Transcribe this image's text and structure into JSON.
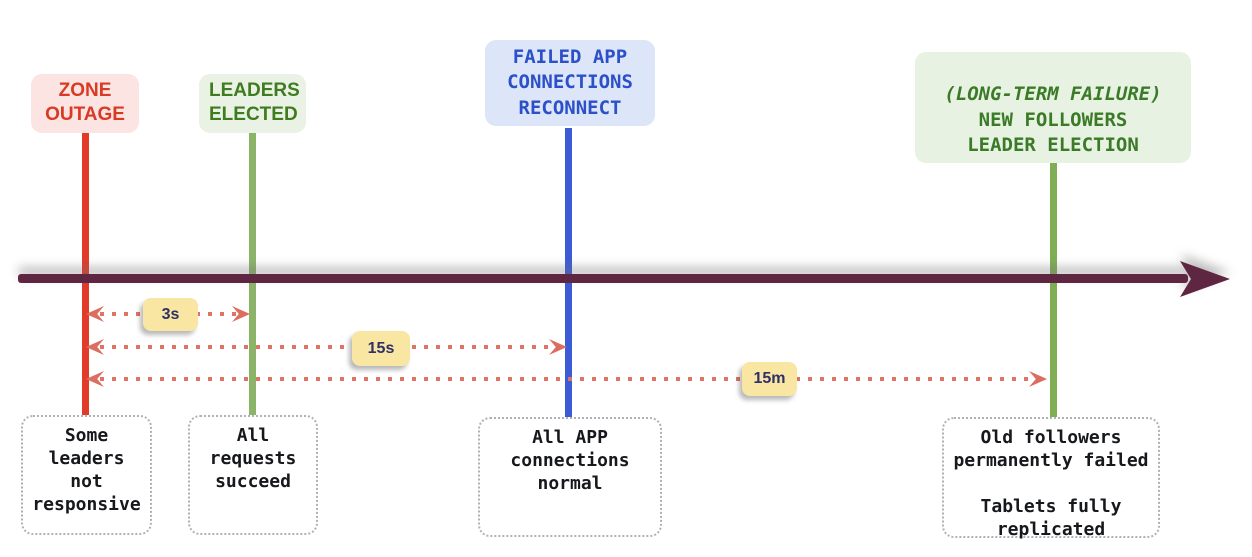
{
  "palette": {
    "timeline_color": "#5f2642",
    "zone_outage_line": "#e23b2a",
    "zone_outage_bg": "#fbe4e1",
    "zone_outage_text": "#d83a25",
    "leaders_line": "#8cb469",
    "leaders_bg": "#e9f2e4",
    "leaders_text": "#3e7c1f",
    "reconnect_line": "#3c5bd6",
    "reconnect_bg": "#dce6f8",
    "reconnect_text": "#2b50c8",
    "longterm_line": "#7fae55",
    "longterm_bg": "#e8f2e3",
    "longterm_text": "#3b7b27",
    "duration_arrow": "#dd7466",
    "badge_bg": "#f9e6a3",
    "badge_text": "#2e3066",
    "note_border": "#aeb2b8",
    "note_text": "#16181c"
  },
  "events": [
    {
      "name": "zone-outage",
      "label": "ZONE\nOUTAGE",
      "note": "Some\nleaders\nnot\nresponsive"
    },
    {
      "name": "leaders-elected",
      "label": "LEADERS\nELECTED",
      "note": "All\nrequests\nsucceed"
    },
    {
      "name": "failed-app-connections-reconnect",
      "label": "FAILED APP\nCONNECTIONS\nRECONNECT",
      "note": "All APP\nconnections\nnormal"
    },
    {
      "name": "new-followers-leader-election",
      "label_italic": "(LONG-TERM FAILURE)",
      "label": "NEW FOLLOWERS\nLEADER ELECTION",
      "note": "Old followers\npermanently failed\n\nTablets fully\nreplicated"
    }
  ],
  "durations": [
    {
      "label": "3s",
      "from": "zone-outage",
      "to": "leaders-elected"
    },
    {
      "label": "15s",
      "from": "zone-outage",
      "to": "failed-app-connections-reconnect"
    },
    {
      "label": "15m",
      "from": "zone-outage",
      "to": "new-followers-leader-election"
    }
  ]
}
